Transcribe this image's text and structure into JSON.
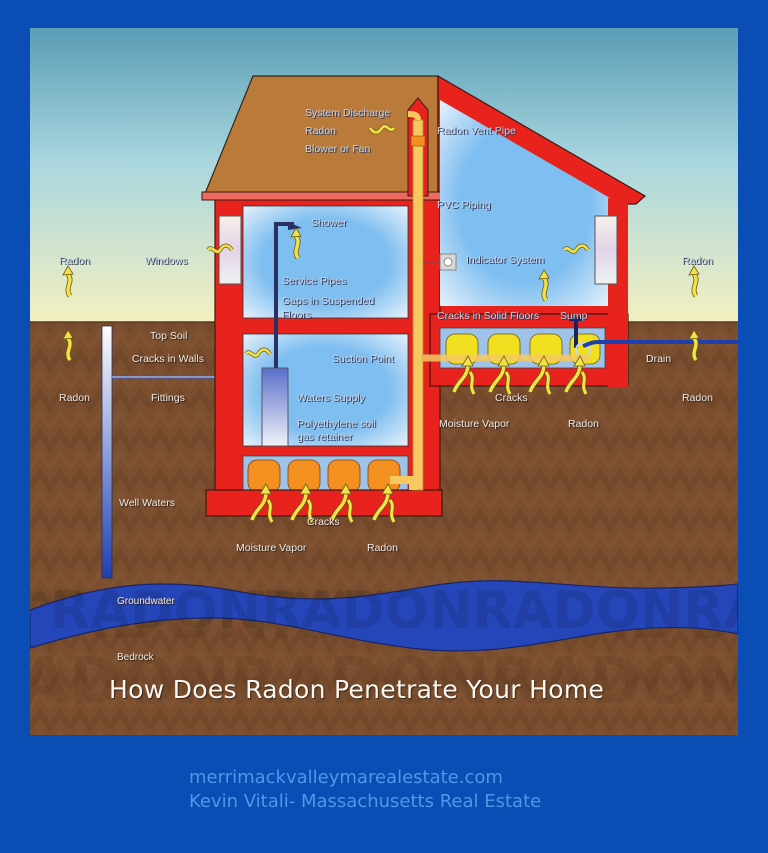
{
  "diagram": {
    "title": "How Does Radon Penetrate Your Home",
    "watermark_text": "RADONRADONRADONRADON",
    "colors": {
      "frame": "#0a4db4",
      "sky_top": "#5a9db5",
      "sky_bottom": "#f5f0c0",
      "soil": "#7a4e2e",
      "roof": "#b97a3a",
      "walls": "#e8231e",
      "interior": "#7fbef0",
      "groundwater": "#2546b8",
      "radon_arrow": "#f2e24a",
      "gravel_upper": "#f0e020",
      "gravel_lower": "#f39020",
      "vent_pipe": "#f6c860"
    },
    "labels": {
      "system_discharge": "System Discharge",
      "radon_roof": "Radon",
      "blower_or_fan": "Blower or Fan",
      "radon_vent_pipe": "Radon Vent Pipe",
      "pvc_piping": "PVC Piping",
      "shower": "Shower",
      "indicator_system": "Indicator System",
      "service_pipes": "Service Pipes",
      "gaps_in_suspended_floors_1": "Gaps in Suspended",
      "gaps_in_suspended_floors_2": "Floors",
      "cracks_in_solid_floors": "Cracks in Solid Floors",
      "sump": "Sump",
      "windows": "Windows",
      "radon_sky_left": "Radon",
      "radon_sky_right": "Radon",
      "top_soil": "Top Soil",
      "cracks_in_walls": "Cracks in Walls",
      "suction_point": "Suction Point",
      "drain": "Drain",
      "radon_soil_left": "Radon",
      "fittings": "Fittings",
      "waters_supply": "Waters Supply",
      "polyethylene_1": "Polyethylene soil",
      "polyethylene_2": "gas retainer",
      "radon_soil_right": "Radon",
      "cracks_right": "Cracks",
      "moisture_vapor_right": "Moisture Vapor",
      "radon_right_basement": "Radon",
      "well_waters": "Well Waters",
      "cracks_left": "Cracks",
      "moisture_vapor_left": "Moisture Vapor",
      "radon_left_basement": "Radon",
      "groundwater": "Groundwater",
      "bedrock": "Bedrock"
    }
  },
  "footer": {
    "website": "merrimackvalleymarealestate.com",
    "credit": "Kevin Vitali- Massachusetts Real Estate"
  }
}
